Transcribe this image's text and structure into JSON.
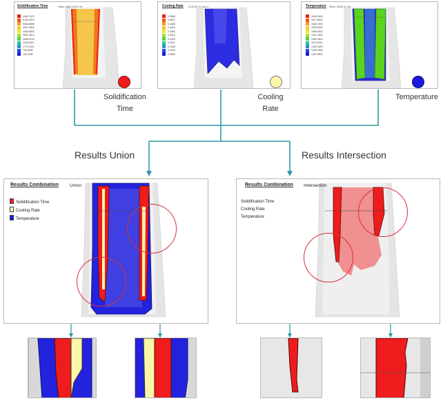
{
  "colors": {
    "red": "#ee1c1c",
    "yellow": "#fbf7a8",
    "blue": "#1a1adf",
    "connector": "#2b9aa6",
    "highlight": "#d82f3a"
  },
  "top_panels": [
    {
      "title": "Solidification Time",
      "subtitle": "Max: 4482.1057 (s)",
      "scale": [
        "4484.7670",
        "5125.2579",
        "5385.8698",
        "4913.2604",
        "4008.5824",
        "3932.4613",
        "2648.0126",
        "2265.0647",
        "1770.1120",
        "794.0840",
        "100.2236"
      ],
      "scale_colors": [
        "#ee1c1c",
        "#f05a1a",
        "#f59a22",
        "#f7c828",
        "#e8e830",
        "#9ee03a",
        "#4ed44c",
        "#2ec48e",
        "#2e8ed4",
        "#1a4ee0",
        "#1a1adf"
      ],
      "indicator_color": "#ee1c1c",
      "label_lines": [
        "Solidification",
        "Time"
      ]
    },
    {
      "title": "Cooling Rate",
      "subtitle": "0.0070 (°C /sec)",
      "scale": [
        "0.3568",
        "0.3527",
        "0.3460",
        "0.3404",
        "0.3360",
        "0.3310",
        "0.3250",
        "0.3207",
        "0.3168",
        "0.3105",
        "0.3060"
      ],
      "scale_colors": [
        "#ee1c1c",
        "#f05a1a",
        "#f59a22",
        "#f7c828",
        "#e8e830",
        "#9ee03a",
        "#4ed44c",
        "#2ec48e",
        "#2e8ed4",
        "#1a4ee0",
        "#1a1adf"
      ],
      "indicator_color": "#fbf7a8",
      "label_lines": [
        "Cooling",
        "Rate"
      ]
    },
    {
      "title": "Temperature",
      "subtitle": "Time: 2000.37 (s)",
      "scale": [
        "1540.0000",
        "1517.8000",
        "1545.7000",
        "1533.0000",
        "1505.4000",
        "1491.3200",
        "1482.1804",
        "1474.0011",
        "1460.9200",
        "1448.7800",
        "1437.8500"
      ],
      "scale_colors": [
        "#ee1c1c",
        "#f05a1a",
        "#f59a22",
        "#f7c828",
        "#e8e830",
        "#9ee03a",
        "#4ed44c",
        "#2ec48e",
        "#2e8ed4",
        "#1a4ee0",
        "#1a1adf"
      ],
      "indicator_color": "#1a1adf",
      "label_lines": [
        "Temperature"
      ]
    }
  ],
  "branches": {
    "union_label": "Results Union",
    "intersection_label": "Results Intersection"
  },
  "union_panel": {
    "title": "Results Combination",
    "mode": "Union",
    "legend": [
      {
        "label": "Solidification Time",
        "color": "#ee1c1c"
      },
      {
        "label": "Cooling Rate",
        "color": "#fbf7a8"
      },
      {
        "label": "Temperature",
        "color": "#1a1adf"
      }
    ]
  },
  "intersection_panel": {
    "title": "Results Combination",
    "mode": "Intersection",
    "legend": [
      {
        "label": "Solidification Time"
      },
      {
        "label": "Cooling Rate"
      },
      {
        "label": "Temperature"
      }
    ]
  }
}
